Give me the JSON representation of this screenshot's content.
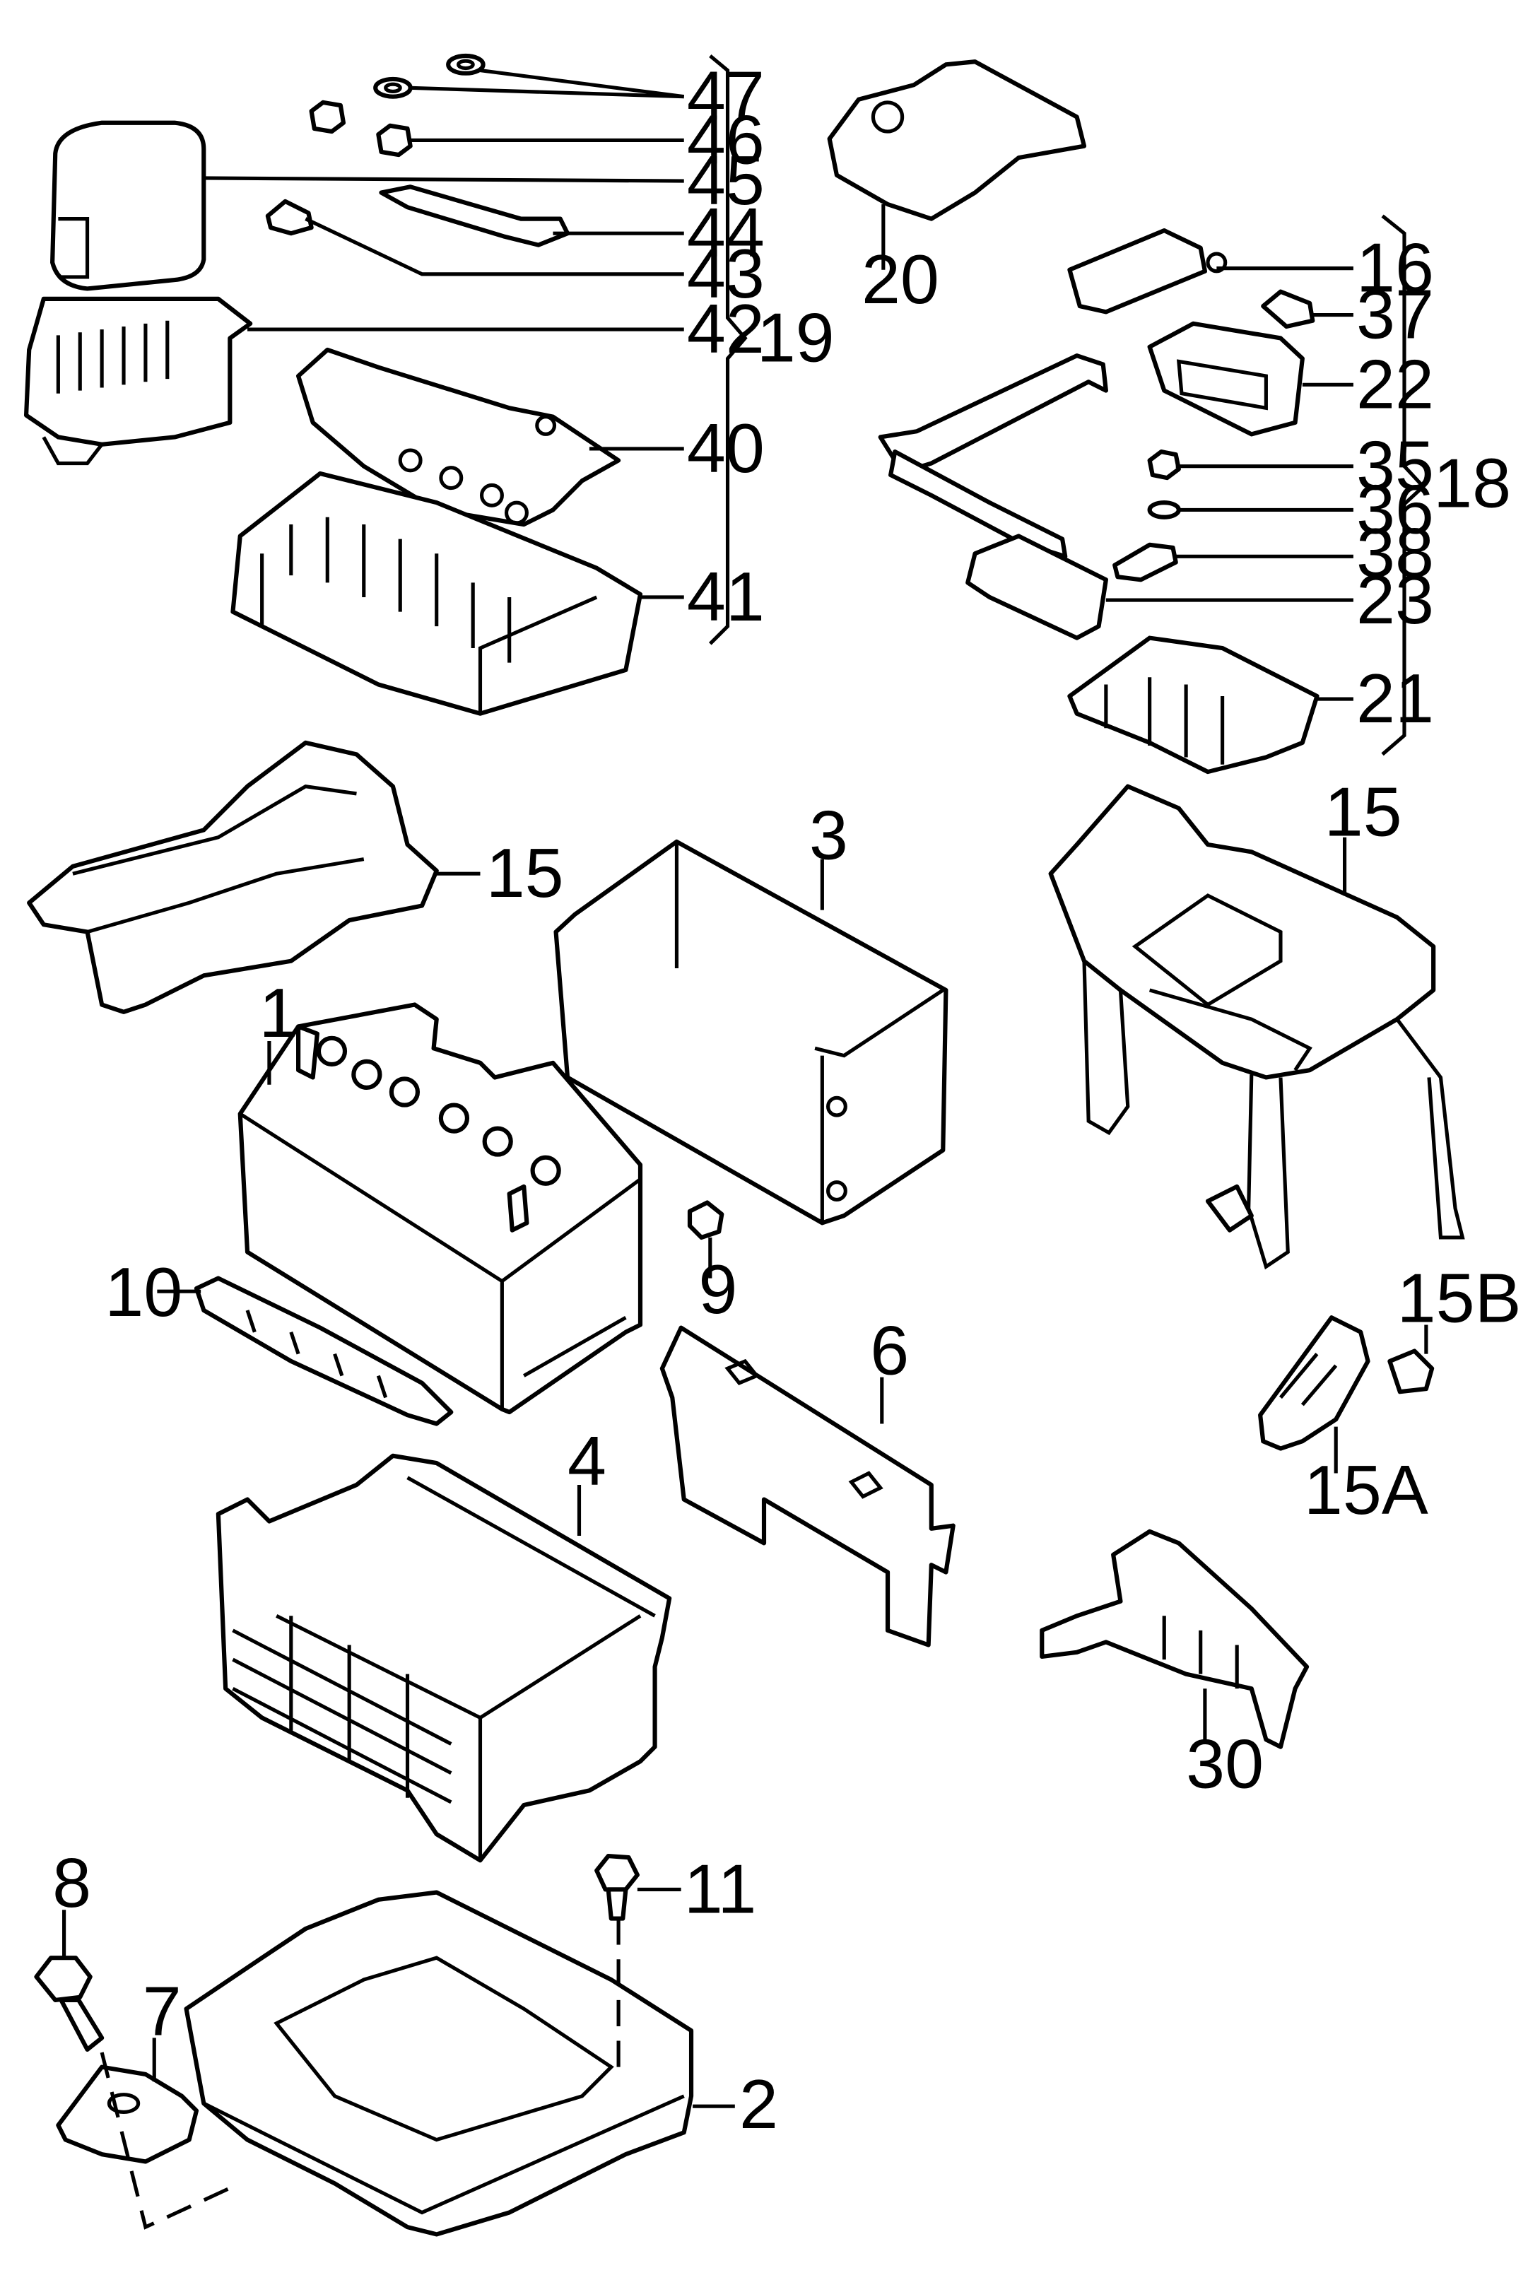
{
  "labels": {
    "l47": "47",
    "l46": "46",
    "l45": "45",
    "l44": "44",
    "l43": "43",
    "l42": "42",
    "l19": "19",
    "l40": "40",
    "l41": "41",
    "l20": "20",
    "l16": "16",
    "l37": "37",
    "l22": "22",
    "l35": "35",
    "l36": "36",
    "l18": "18",
    "l38": "38",
    "l23": "23",
    "l21": "21",
    "l15a": "15",
    "l15b": "15",
    "l3": "3",
    "l1": "1",
    "l10": "10",
    "l9": "9",
    "l15B": "15B",
    "l6": "6",
    "l15A": "15A",
    "l4": "4",
    "l30": "30",
    "l8": "8",
    "l11": "11",
    "l7": "7",
    "l2": "2"
  }
}
